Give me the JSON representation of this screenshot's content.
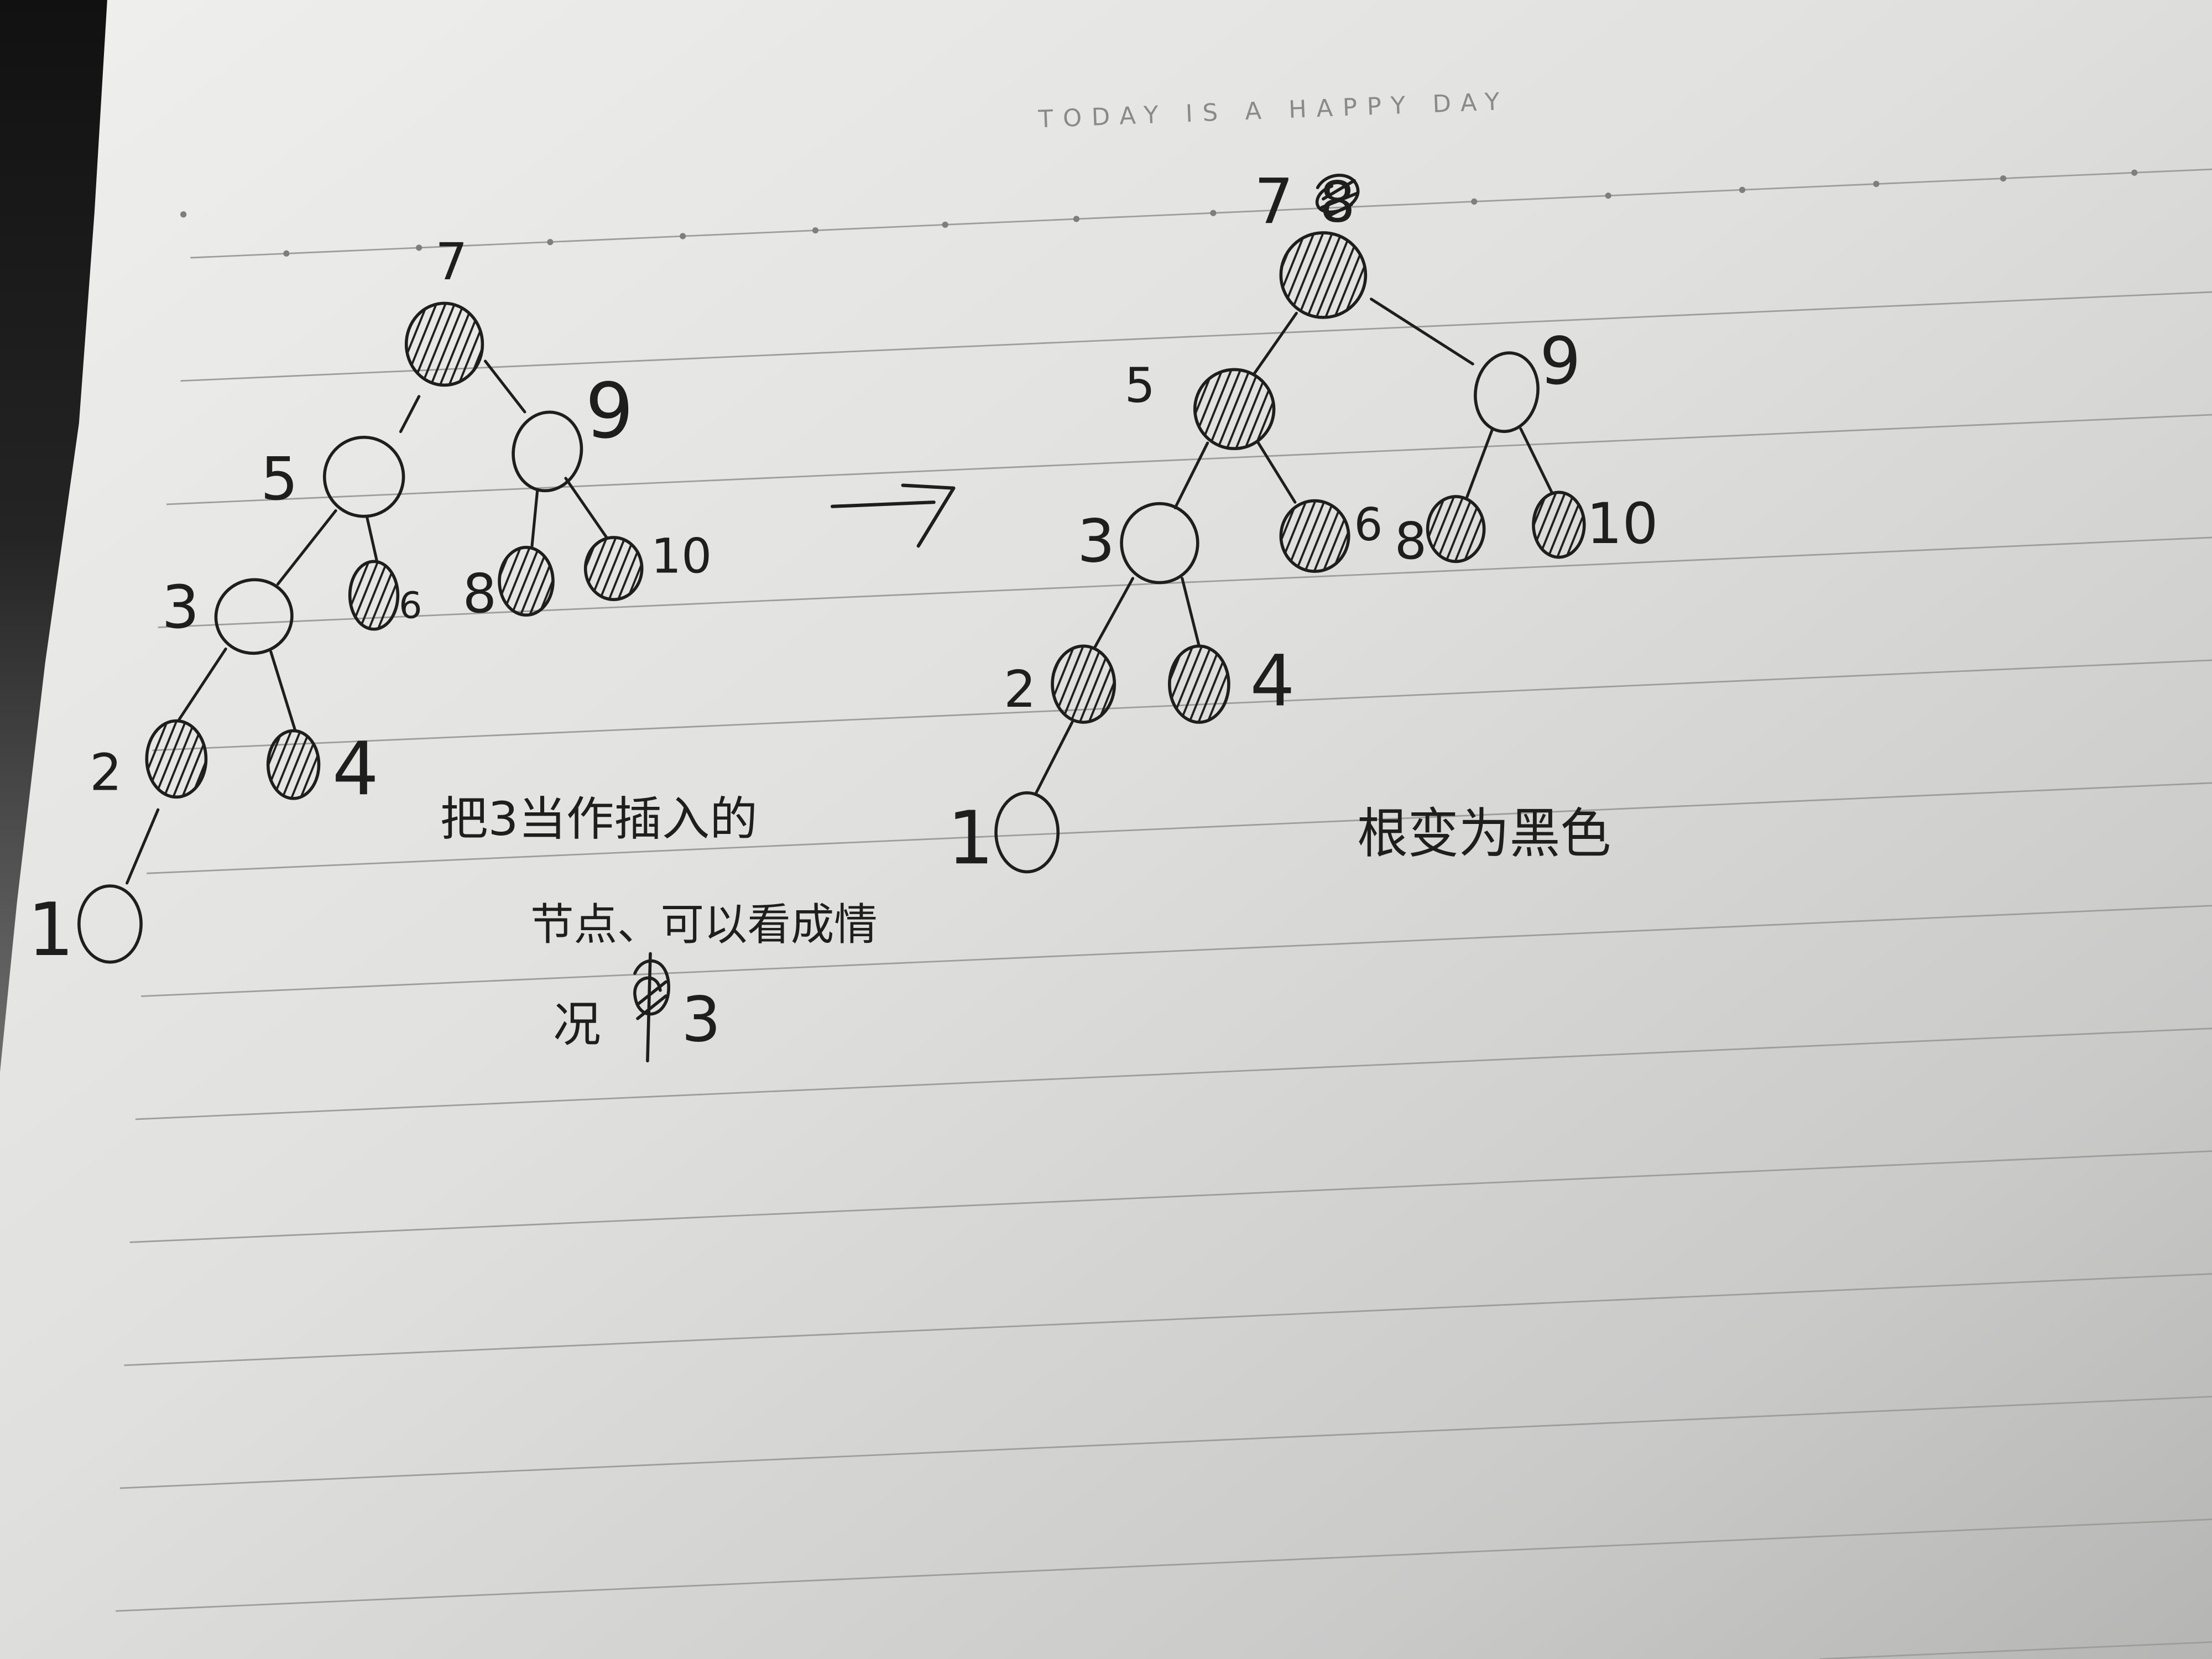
{
  "header": "TODAY IS A HAPPY DAY",
  "trees": [
    {
      "root": {
        "label": "7",
        "hatched": true,
        "children": [
          {
            "label": "5",
            "hatched": false,
            "children": [
              {
                "label": "3",
                "hatched": false,
                "children": [
                  {
                    "label": "2",
                    "hatched": true,
                    "children": [
                      {
                        "label": "1",
                        "hatched": false
                      }
                    ]
                  },
                  {
                    "label": "4",
                    "hatched": true
                  }
                ]
              },
              {
                "label": "6",
                "hatched": true
              }
            ]
          },
          {
            "label": "9",
            "hatched": false,
            "children": [
              {
                "label": "8",
                "hatched": true
              },
              {
                "label": "10",
                "hatched": true
              }
            ]
          }
        ]
      }
    },
    {
      "root": {
        "label": "7",
        "struck": "8",
        "hatched": true,
        "children": [
          {
            "label": "5",
            "hatched": true,
            "children": [
              {
                "label": "3",
                "hatched": false,
                "children": [
                  {
                    "label": "2",
                    "hatched": true,
                    "children": [
                      {
                        "label": "1",
                        "hatched": false
                      }
                    ]
                  },
                  {
                    "label": "4",
                    "hatched": true
                  }
                ]
              },
              {
                "label": "6",
                "hatched": true
              }
            ]
          },
          {
            "label": "9",
            "hatched": false,
            "children": [
              {
                "label": "8",
                "hatched": true
              },
              {
                "label": "10",
                "hatched": true
              }
            ]
          }
        ]
      }
    }
  ],
  "notes": {
    "left": {
      "line1": "把3当作插入的",
      "line2": "节点、可以看成情",
      "line3_start": "况",
      "line3_end": "3"
    },
    "right": "根变为黑色"
  },
  "colors": {
    "ink": "#1e1e1e",
    "printed": "#8a8a88"
  }
}
